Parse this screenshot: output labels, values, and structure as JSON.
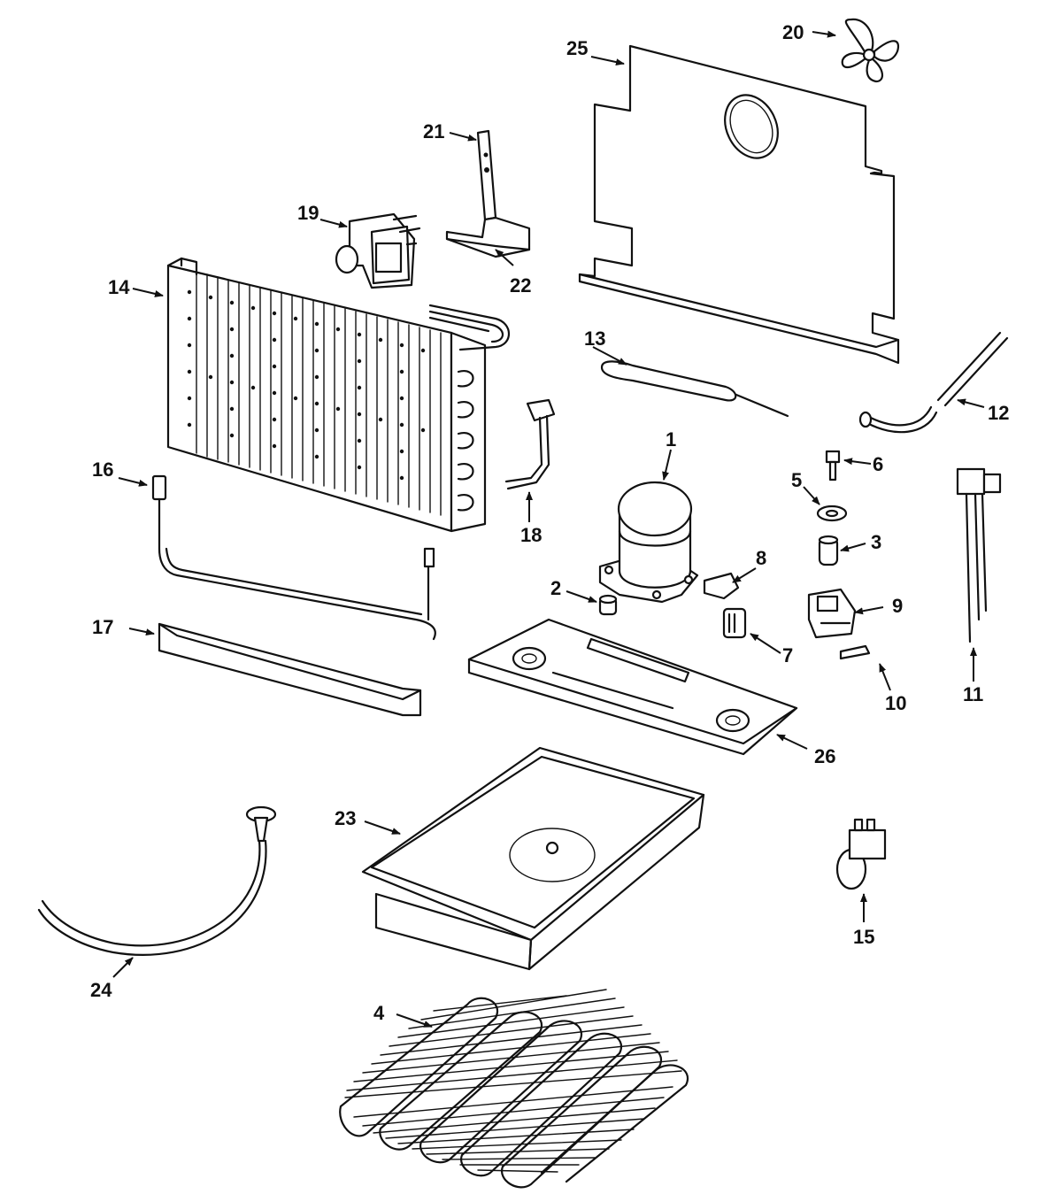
{
  "callouts": {
    "c1": "1",
    "c2": "2",
    "c3": "3",
    "c4": "4",
    "c5": "5",
    "c6": "6",
    "c7": "7",
    "c8": "8",
    "c9": "9",
    "c10": "10",
    "c11": "11",
    "c12": "12",
    "c13": "13",
    "c14": "14",
    "c15": "15",
    "c16": "16",
    "c17": "17",
    "c18": "18",
    "c19": "19",
    "c20": "20",
    "c21": "21",
    "c22": "22",
    "c23": "23",
    "c24": "24",
    "c25": "25",
    "c26": "26"
  },
  "colors": {
    "ink": "#111111",
    "paper": "#ffffff"
  }
}
